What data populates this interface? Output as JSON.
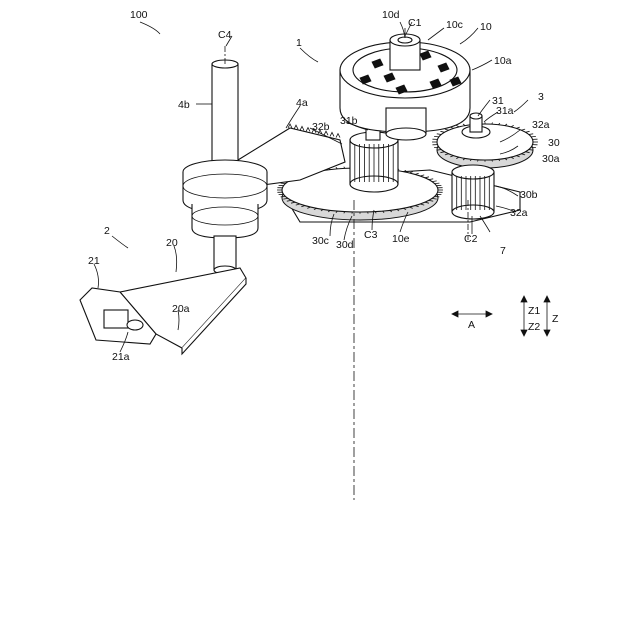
{
  "figure": {
    "labels": {
      "l100": "100",
      "l1": "1",
      "l2": "2",
      "l3": "3",
      "l7": "7",
      "l10": "10",
      "l10a": "10a",
      "l10c": "10c",
      "l10d": "10d",
      "l10e": "10e",
      "lC1": "C1",
      "lC2": "C2",
      "lC3": "C3",
      "lC4": "C4",
      "l4a": "4a",
      "l4b": "4b",
      "l20": "20",
      "l20a": "20a",
      "l21": "21",
      "l21a": "21a",
      "l30": "30",
      "l30a": "30a",
      "l30b": "30b",
      "l30c": "30c",
      "l30d": "30d",
      "l31": "31",
      "l31a": "31a",
      "l31b": "31b",
      "l32a1": "32a",
      "l32a2": "32a",
      "l32b": "32b"
    },
    "axes": {
      "A": "A",
      "Z": "Z",
      "Z1": "Z1",
      "Z2": "Z2"
    }
  }
}
